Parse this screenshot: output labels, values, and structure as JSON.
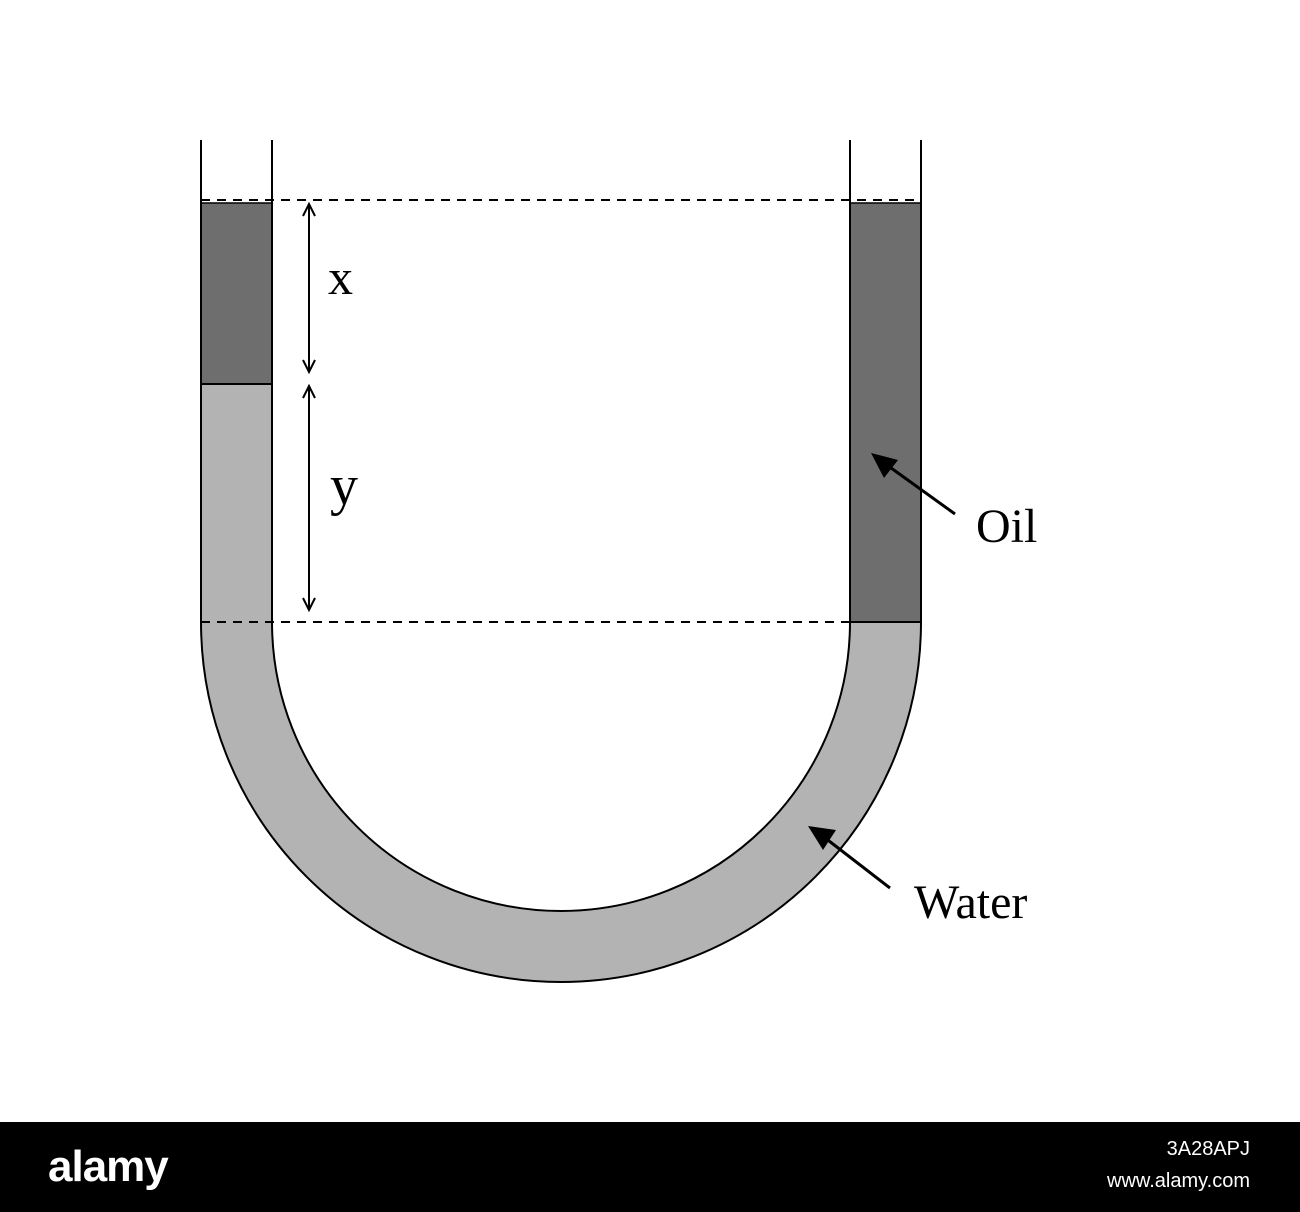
{
  "colors": {
    "oil": "#6e6e6e",
    "water": "#b3b3b3",
    "outline": "#000000",
    "background": "#ffffff",
    "footer_background": "#000000",
    "footer_text": "#ffffff"
  },
  "labels": {
    "x": "x",
    "y": "y",
    "oil": "Oil",
    "water": "Water"
  },
  "watermark": {
    "logo": "alamy",
    "image_id": "3A28APJ",
    "url": "www.alamy.com"
  }
}
